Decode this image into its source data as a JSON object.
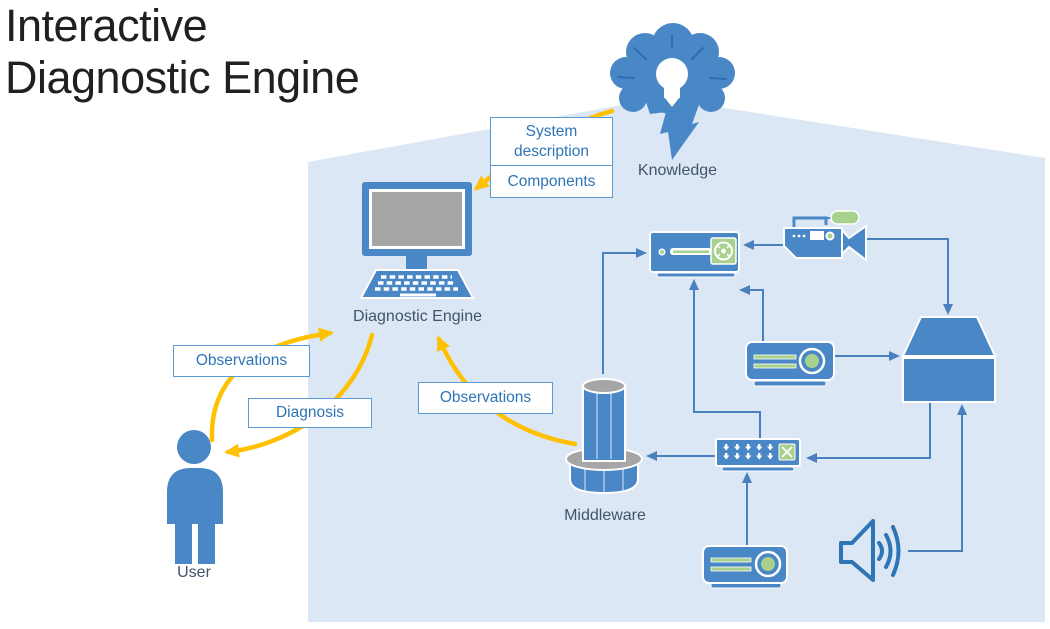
{
  "slide": {
    "title_line1": "Interactive",
    "title_line2": "Diagnostic Engine"
  },
  "nodes": {
    "knowledge": {
      "label": "Knowledge"
    },
    "diagnostic_engine": {
      "label": "Diagnostic Engine"
    },
    "middleware": {
      "label": "Middleware"
    },
    "user": {
      "label": "User"
    }
  },
  "callouts": {
    "system_description": "System description",
    "components": "Components",
    "observations_user": "Observations",
    "diagnosis": "Diagnosis",
    "observations_middleware": "Observations"
  },
  "colors": {
    "icon_blue": "#4a87c6",
    "line_blue": "#4a80be",
    "background_blue": "#dbe7f4",
    "accent_yellow": "#ffc000",
    "accent_green": "#a9d18e",
    "text_blue": "#2e75b6",
    "label_dark": "#44546a",
    "gray": "#a6a6a6",
    "title_color": "#202020"
  }
}
